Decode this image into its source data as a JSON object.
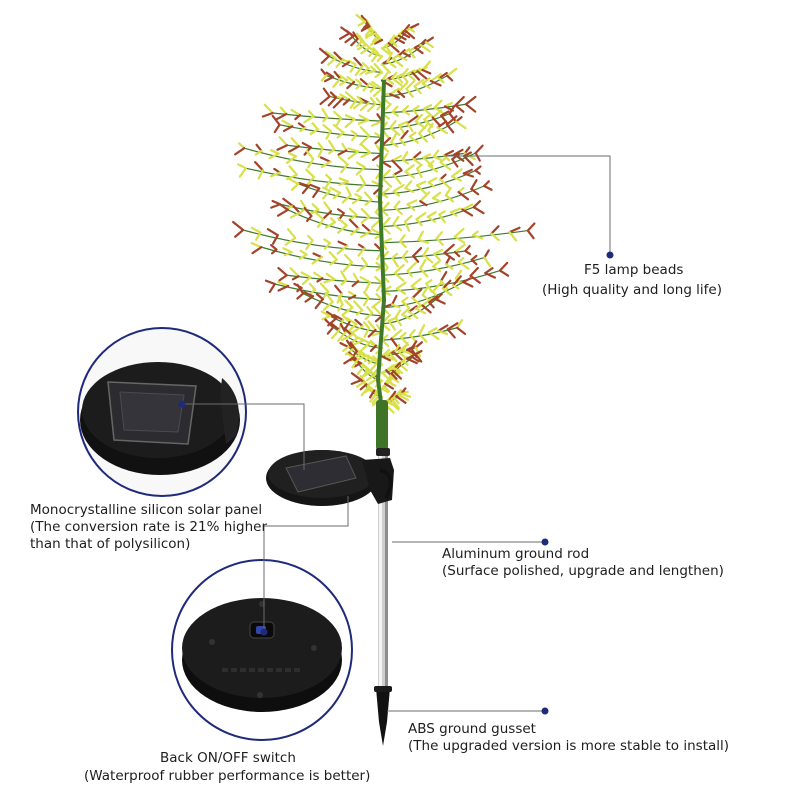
{
  "callouts": {
    "lamp_beads": {
      "title": "F5 lamp beads",
      "subtitle": "(High quality and long life)"
    },
    "solar_panel": {
      "title": "Monocrystalline silicon solar panel",
      "line2": "(The conversion rate is 21% higher",
      "line3": "than that of polysilicon)"
    },
    "ground_rod": {
      "title": "Aluminum ground rod",
      "subtitle": "(Surface polished, upgrade and lengthen)"
    },
    "ground_gusset": {
      "title": "ABS ground gusset",
      "subtitle": "(The upgraded version is more stable to install)"
    },
    "switch": {
      "title": "Back ON/OFF switch",
      "subtitle": "(Waterproof rubber performance is better)"
    }
  },
  "colors": {
    "leader_line": "#6b6b6b",
    "dot": "#1f2a7a",
    "foliage_yellow": "#d8e04a",
    "foliage_red": "#a4422a",
    "stem_green": "#3f7a2a"
  }
}
